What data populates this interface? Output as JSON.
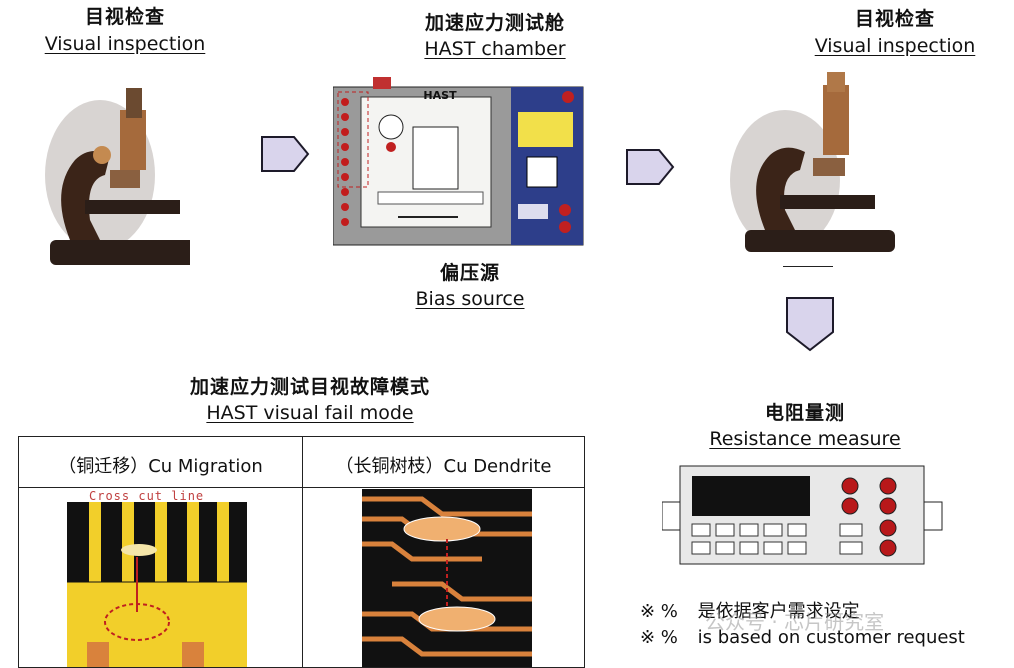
{
  "step1": {
    "cn": "目视检查",
    "en": "Visual inspection"
  },
  "step2": {
    "cn": "加速应力测试舱",
    "en": "HAST chamber",
    "chamber_label": "HAST"
  },
  "bias": {
    "cn": "偏压源",
    "en": "Bias source"
  },
  "step3": {
    "cn": "目视检查",
    "en": "Visual inspection"
  },
  "fail_mode": {
    "cn": "加速应力测试目视故障模式",
    "en": "HAST visual fail mode"
  },
  "table": {
    "col1": "（铜迁移）Cu Migration",
    "col2": "（长铜树枝）Cu Dendrite",
    "cross_cut": "Cross cut line"
  },
  "resistance": {
    "cn": "电阻量测",
    "en": "Resistance measure"
  },
  "notes": [
    {
      "mark": "※ %",
      "text": "是依据客户需求设定"
    },
    {
      "mark": "※ %",
      "text": "is based on customer request"
    }
  ],
  "watermark": "公众号 · 芯片研究室",
  "colors": {
    "arrow_fill": "#d9d4ec",
    "arrow_stroke": "#1d1a2a",
    "chamber_blue": "#2d3e8a",
    "cu_orange": "#d9823c",
    "cu_yellow": "#f2cf2a"
  }
}
